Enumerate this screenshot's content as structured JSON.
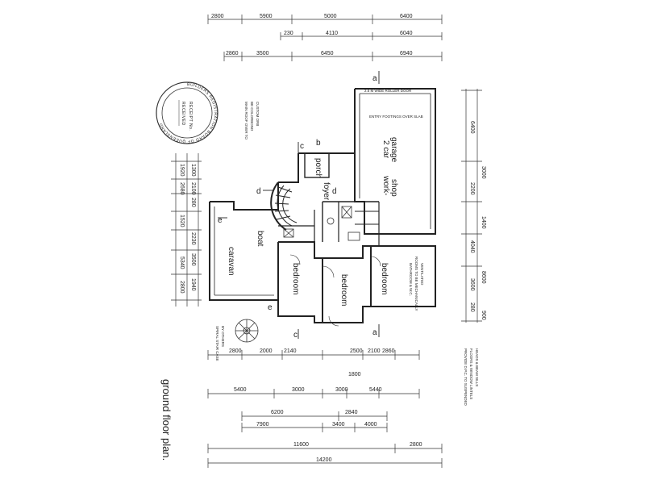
{
  "plan": {
    "title": "ground floor plan.",
    "rooms": {
      "garage_line1": "2 car",
      "garage_line2": "garage",
      "workshop_line1": "work-",
      "workshop_line2": "shop",
      "porch": "porch",
      "foyer": "foyer",
      "boat": "boat",
      "caravan": "caravan",
      "bedroom_a": "bedroom",
      "bedroom_b": "bedroom",
      "bedroom_c": "bedroom"
    },
    "section_marks": [
      "a",
      "a",
      "b",
      "c",
      "c",
      "d",
      "d",
      "e",
      "e"
    ],
    "notes": {
      "main_roof_1": "MAIN ROOF OVER TO",
      "main_roof_2": "BE COLORBOND",
      "main_roof_3": "CUSTOM ORB",
      "bathroom_1": "BATHROOM & W.C.",
      "bathroom_2": "ROOMS TO BE MECHANICALLY",
      "bathroom_3": "VENTILATED",
      "dwg_1": "PROVIDE D.P.C. TO SUSPENDED",
      "dwg_2": "FLOORS & WINDOW LINTELS",
      "dwg_3": "HEADS & BEAM SILLS",
      "stair": "SPIRAL STAIR CASE",
      "stair_2": "BY OTHERS",
      "garage_door": "2.5 M WIDE ROLLER DOOR",
      "slab": "ENTRY FOOTINGS OVER SLAB"
    },
    "stamp": {
      "ring_text": "BUILDERS REGISTRATION BOARD OF QUEENSLAND",
      "center_1": "RECEIPT No.",
      "center_2": "RECEIVED"
    },
    "dims_top": {
      "row1": [
        "2800",
        "5900",
        "5000",
        "6400"
      ],
      "row2": [
        "230",
        "4110",
        "6040"
      ],
      "row3": [
        "2860",
        "3500",
        "6450",
        "6940"
      ]
    },
    "dims_left": [
      "1920",
      "1300",
      "2680",
      "2100",
      "280",
      "1520",
      "2230",
      "3500",
      "5340",
      "2800",
      "1940"
    ],
    "dims_right": [
      "6400",
      "3000",
      "2200",
      "1400",
      "4040",
      "8600",
      "280",
      "900",
      "3600"
    ],
    "dims_bottom": {
      "row1": [
        "2800",
        "2000",
        "2140",
        "2500",
        "2100",
        "2860"
      ],
      "row2": [
        "5400",
        "3000",
        "1800",
        "3000",
        "5440"
      ],
      "row3": [
        "6200",
        "2840"
      ],
      "row4": [
        "7900",
        "3400",
        "4000"
      ],
      "row5": [
        "11600",
        "2800"
      ],
      "row6": [
        "14200"
      ]
    }
  }
}
